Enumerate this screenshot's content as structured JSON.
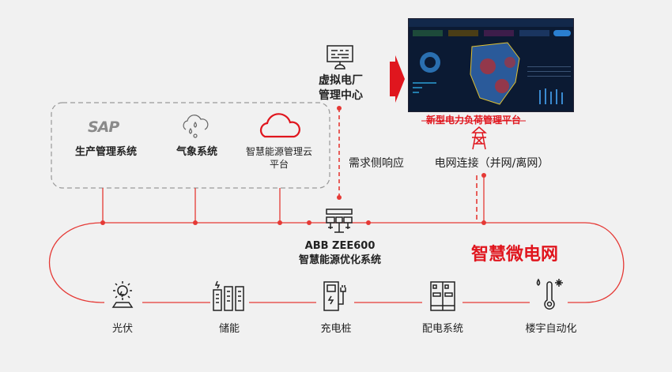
{
  "external_systems": [
    {
      "label": "生产管理系统",
      "logo": "SAP",
      "icon": "sap-logo"
    },
    {
      "label": "气象系统",
      "icon": "cloud-rain-icon"
    },
    {
      "label_line1": "智慧能源管理云",
      "label_line2": "平台",
      "icon": "cloud-icon"
    }
  ],
  "vpp": {
    "line1": "虚拟电厂",
    "line2": "管理中心",
    "icon": "monitor-icon"
  },
  "platform": {
    "label": "新型电力负荷管理平台"
  },
  "demand_response": "需求侧响应",
  "grid_connection": "电网连接（并网/离网）",
  "zee600": {
    "line1": "ABB ZEE600",
    "line2": "智慧能源优化系统"
  },
  "microgrid_title": "智慧微电网",
  "devices": [
    {
      "label": "光伏",
      "icon": "solar-icon"
    },
    {
      "label": "储能",
      "icon": "battery-storage-icon"
    },
    {
      "label": "充电桩",
      "icon": "charging-pile-icon"
    },
    {
      "label": "配电系统",
      "icon": "switchgear-icon"
    },
    {
      "label": "楼宇自动化",
      "icon": "thermometer-icon"
    }
  ],
  "colors": {
    "accent": "#e0161e",
    "line": "#e53935",
    "text": "#222222",
    "background": "#f1f1f1"
  }
}
